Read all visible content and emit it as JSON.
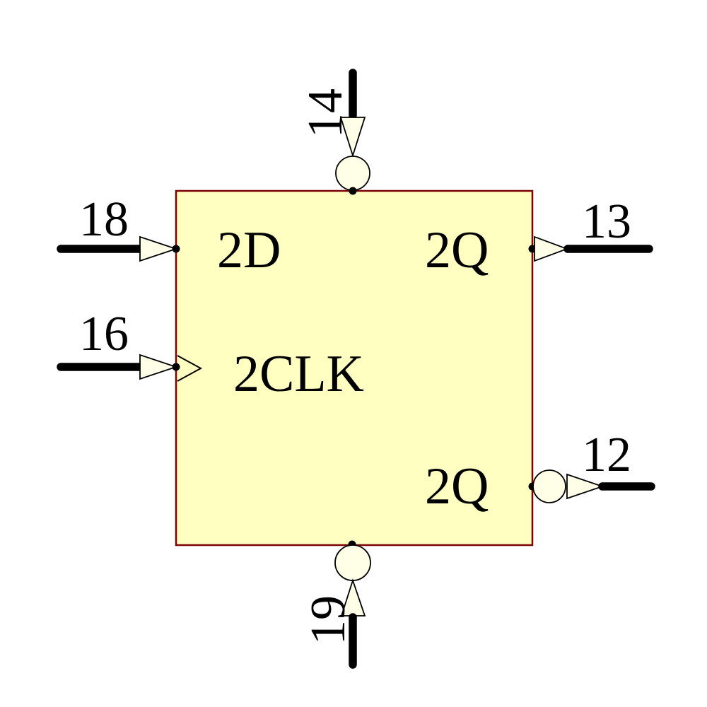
{
  "symbol": {
    "kind": "d-flip-flop-schematic-symbol",
    "pins": {
      "top": {
        "number": "14"
      },
      "left_d": {
        "number": "18",
        "label": "2D"
      },
      "left_clk": {
        "number": "16",
        "label": "2CLK"
      },
      "right_q": {
        "number": "13",
        "label": "2Q"
      },
      "right_q_inverted": {
        "number": "12",
        "label": "2Q"
      },
      "bottom": {
        "number": "19"
      }
    }
  },
  "colors": {
    "body_fill": "#FFFFC2",
    "body_stroke": "#7D0000",
    "decoration_fill": "#FFFFE8",
    "wire_color": "#000000",
    "text_color": "#000000",
    "background": "#FFFFFF"
  }
}
